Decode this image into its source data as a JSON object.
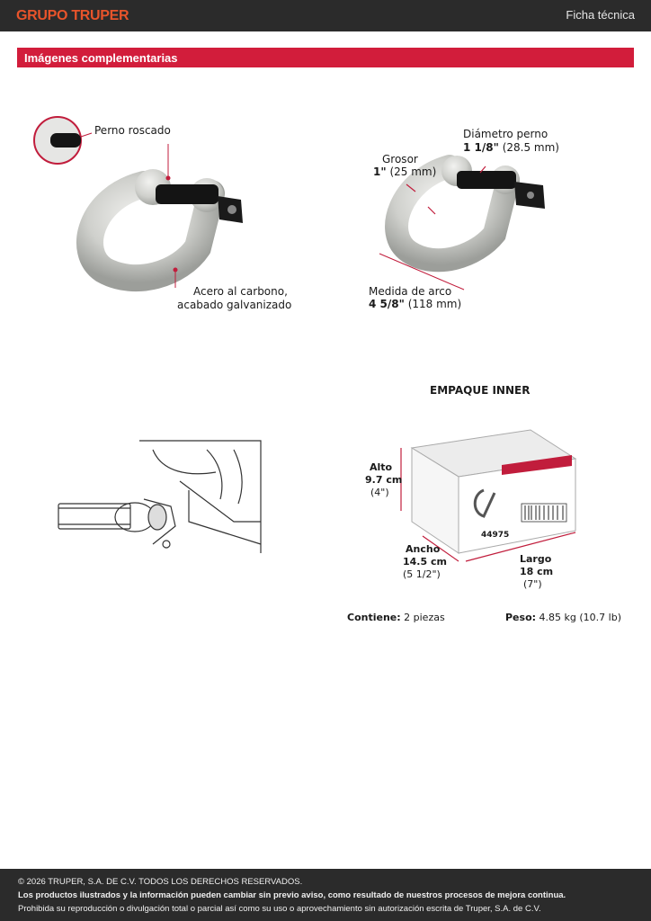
{
  "header": {
    "brand": "GRUPO TRUPER",
    "doc_type": "Ficha técnica"
  },
  "section": {
    "title": "Imágenes complementarias"
  },
  "shackle_callouts": {
    "pin": "Perno roscado",
    "material_line1": "Acero al carbono,",
    "material_line2": "acabado galvanizado"
  },
  "dimensions": {
    "pin_diameter_label": "Diámetro perno",
    "pin_diameter_value": "1 1/8\"",
    "pin_diameter_metric": "(28.5 mm)",
    "thickness_label": "Grosor",
    "thickness_value": "1\"",
    "thickness_metric": "(25 mm)",
    "arc_label": "Medida de arco",
    "arc_value": "4 5/8\"",
    "arc_metric": "(118 mm)"
  },
  "package": {
    "title": "EMPAQUE INNER",
    "box_code": "44975",
    "height_label": "Alto",
    "height_cm": "9.7 cm",
    "height_in": "(4\")",
    "width_label": "Ancho",
    "width_cm": "14.5 cm",
    "width_in": "(5 1/2\")",
    "length_label": "Largo",
    "length_cm": "18 cm",
    "length_in": "(7\")",
    "contents_label": "Contiene:",
    "contents_value": "2 piezas",
    "weight_label": "Peso:",
    "weight_value": "4.85 kg (10.7 lb)"
  },
  "footer": {
    "copyright": "© 2026 TRUPER, S.A. DE C.V. TODOS LOS DERECHOS RESERVADOS.",
    "notice": "Los productos ilustrados y la información pueden cambiar sin previo aviso, como resultado de nuestros procesos de mejora continua.",
    "prohibition": "Prohibida su reproducción o divulgación total o parcial así como su uso o aprovechamiento sin autorización escrita de Truper, S.A. de C.V."
  },
  "colors": {
    "accent": "#d21d3b",
    "brand": "#e8542b",
    "bar": "#2b2b2b"
  }
}
